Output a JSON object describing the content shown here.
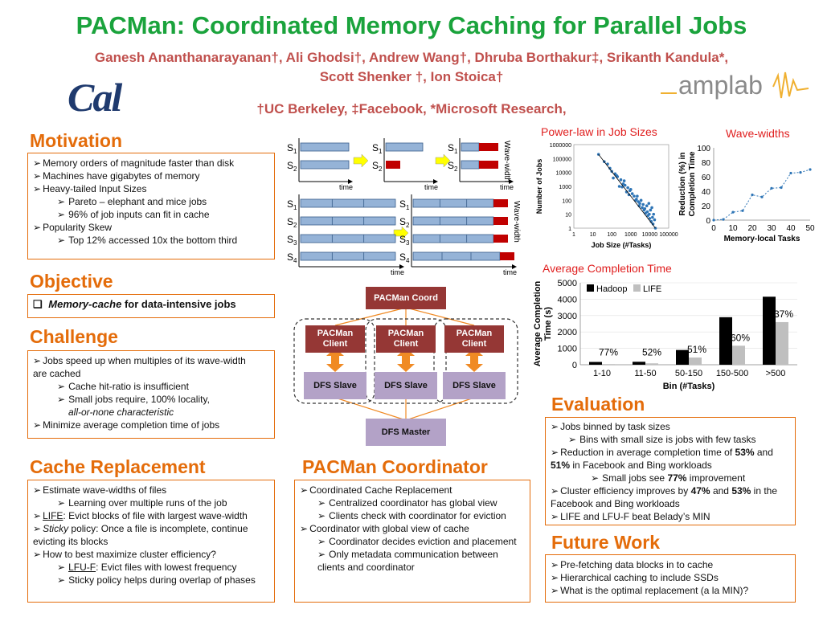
{
  "title": "PACMan: Coordinated Memory Caching for Parallel Jobs",
  "authors_line1": "Ganesh Ananthanarayanan†, Ali Ghodsi†, Andrew Wang†, Dhruba Borthakur‡, Srikanth Kandula*,",
  "authors_line2": "Scott Shenker †, Ion Stoica†",
  "affiliations": "†UC Berkeley, ‡Facebook, *Microsoft Research,",
  "logos": {
    "cal": "Cal",
    "amplab": "amplab"
  },
  "motivation": {
    "title": "Motivation",
    "items": [
      "Memory orders of magnitude faster than disk",
      "Machines have gigabytes of memory",
      "Heavy-tailed Input Sizes",
      "Pareto – elephant and mice jobs",
      "96% of job inputs can fit in cache",
      "Popularity Skew",
      "Top 12% accessed 10x the bottom third"
    ]
  },
  "objective": {
    "title": "Objective",
    "item_em": "Memory-cache",
    "item_rest": " for data-intensive jobs"
  },
  "challenge": {
    "title": "Challenge",
    "items": [
      "Jobs speed up when multiples of its wave-width are cached",
      "Cache hit-ratio is insufficient",
      "Small jobs require, 100% locality,",
      "all-or-none characteristic",
      "Minimize average completion time of jobs"
    ]
  },
  "cache_replacement": {
    "title": "Cache Replacement",
    "items": [
      "Estimate wave-widths of files",
      "Learning over multiple runs of the job",
      "LIFE",
      ": Evict blocks of file with largest wave-width",
      "Sticky",
      " policy: Once a file is incomplete, continue evicting its blocks",
      "How to best maximize cluster efficiency?",
      "LFU-F",
      ": Evict files with lowest frequency",
      "Sticky policy helps during overlap of phases"
    ]
  },
  "coordinator": {
    "title": "PACMan Coordinator",
    "items": [
      "Coordinated Cache Replacement",
      "Centralized coordinator has global view",
      "Clients check with coordinator for eviction",
      "Coordinator with global view of cache",
      "Coordinator decides eviction and placement",
      "Only metadata communication between clients and coordinator"
    ]
  },
  "evaluation": {
    "title": "Evaluation",
    "items": [
      "Jobs binned by task sizes",
      "Bins with small size is jobs with few tasks",
      "Reduction in average completion time of ",
      "53%",
      " and ",
      "51%",
      " in Facebook and Bing workloads",
      "Small jobs see ",
      "77%",
      " improvement",
      "Cluster efficiency improves by ",
      "47%",
      " and ",
      "53%",
      " in the Facebook and Bing workloads",
      "LIFE and LFU-F beat Belady’s MIN"
    ]
  },
  "future_work": {
    "title": "Future Work",
    "items": [
      "Pre-fetching data blocks in to cache",
      "Hierarchical caching to include SSDs",
      "What is the  optimal replacement (a la MIN)?"
    ]
  },
  "wave_diagram": {
    "s_labels": [
      "S",
      "S",
      "S",
      "S"
    ],
    "subs": [
      "1",
      "2",
      "3",
      "4"
    ],
    "time_label": "time",
    "wave_width_label": "Wave-width"
  },
  "arch_diagram": {
    "coord": "PACMan Coord",
    "client": "PACMan Client",
    "slave": "DFS Slave",
    "master": "DFS Master"
  },
  "chart_data": [
    {
      "type": "scatter",
      "title": "Power-law in Job Sizes",
      "xlabel": "Job Size (#Tasks)",
      "ylabel": "Number of Jobs",
      "xscale": "log",
      "yscale": "log",
      "xlim": [
        1,
        100000
      ],
      "ylim": [
        1,
        1000000
      ],
      "xticks": [
        "1",
        "10",
        "100",
        "1000",
        "10000",
        "100000"
      ],
      "yticks": [
        "1",
        "10",
        "100",
        "1000",
        "10000",
        "100000",
        "1000000"
      ],
      "points": [
        [
          20,
          200000
        ],
        [
          40,
          60000
        ],
        [
          60,
          40000
        ],
        [
          80,
          20000
        ],
        [
          100,
          12000
        ],
        [
          150,
          8000
        ],
        [
          200,
          5000
        ],
        [
          300,
          3000
        ],
        [
          400,
          1500
        ],
        [
          500,
          1200
        ],
        [
          700,
          800
        ],
        [
          900,
          500
        ],
        [
          1200,
          300
        ],
        [
          1500,
          200
        ],
        [
          2000,
          120
        ],
        [
          2500,
          80
        ],
        [
          3000,
          60
        ],
        [
          4000,
          30
        ],
        [
          5000,
          20
        ],
        [
          6000,
          12
        ],
        [
          8000,
          8
        ],
        [
          10000,
          5
        ],
        [
          12000,
          3
        ],
        [
          15000,
          2
        ],
        [
          20000,
          1
        ],
        [
          9000,
          60
        ],
        [
          7000,
          40
        ],
        [
          11000,
          20
        ],
        [
          13000,
          30
        ],
        [
          16000,
          10
        ],
        [
          250,
          1000
        ],
        [
          350,
          900
        ],
        [
          600,
          400
        ],
        [
          800,
          250
        ],
        [
          1000,
          600
        ],
        [
          1800,
          100
        ],
        [
          2200,
          200
        ],
        [
          2800,
          40
        ],
        [
          3500,
          100
        ],
        [
          4500,
          50
        ],
        [
          5500,
          25
        ],
        [
          7500,
          15
        ],
        [
          9500,
          10
        ],
        [
          14000,
          6
        ],
        [
          18000,
          4
        ],
        [
          120,
          4000
        ],
        [
          180,
          6000
        ],
        [
          450,
          2500
        ]
      ],
      "trend": [
        [
          20,
          200000
        ],
        [
          20000,
          1
        ]
      ]
    },
    {
      "type": "line",
      "title": "Wave-widths",
      "xlabel": "Memory-local Tasks",
      "ylabel": "Reduction (%) in Completion Time",
      "xlim": [
        0,
        50
      ],
      "ylim": [
        0,
        100
      ],
      "xticks": [
        "0",
        "10",
        "20",
        "30",
        "40",
        "50"
      ],
      "yticks": [
        "0",
        "20",
        "40",
        "60",
        "80",
        "100"
      ],
      "x": [
        0,
        5,
        10,
        15,
        20,
        25,
        30,
        35,
        40,
        45,
        50
      ],
      "y": [
        0,
        1,
        11,
        13,
        35,
        32,
        44,
        45,
        65,
        66,
        70
      ]
    },
    {
      "type": "bar",
      "title": "Average Completion Time",
      "xlabel": "Bin (#Tasks)",
      "ylabel": "Average Completion Time (s)",
      "ylim": [
        0,
        5000
      ],
      "yticks": [
        "0",
        "1000",
        "2000",
        "3000",
        "4000",
        "5000"
      ],
      "categories": [
        "1-10",
        "11-50",
        "50-150",
        "150-500",
        ">500"
      ],
      "series": [
        {
          "name": "Hadoop",
          "color": "#000000",
          "values": [
            170,
            180,
            900,
            2900,
            4150
          ]
        },
        {
          "name": "LIFE",
          "color": "#bfbfbf",
          "values": [
            40,
            85,
            440,
            1160,
            2600
          ]
        }
      ],
      "annotations": [
        "77%",
        "52%",
        "51%",
        "60%",
        "37%"
      ],
      "legend": "top-left"
    }
  ]
}
